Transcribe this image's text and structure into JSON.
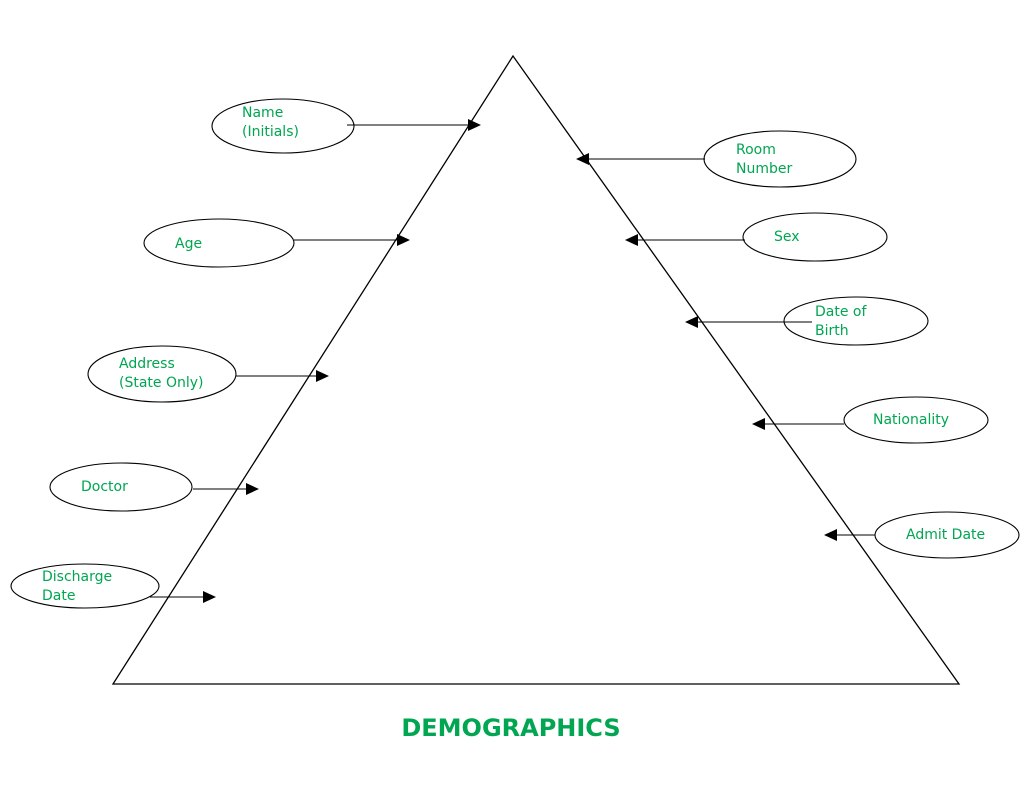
{
  "diagram": {
    "title": "DEMOGRAPHICS",
    "colors": {
      "label": "#00a651",
      "stroke": "#000000",
      "background": "#ffffff"
    },
    "left_nodes": [
      {
        "id": "name",
        "lines": [
          "Name",
          "(Initials)"
        ]
      },
      {
        "id": "age",
        "lines": [
          "Age"
        ]
      },
      {
        "id": "address",
        "lines": [
          "Address",
          "(State Only)"
        ]
      },
      {
        "id": "doctor",
        "lines": [
          "Doctor"
        ]
      },
      {
        "id": "discharge-date",
        "lines": [
          "Discharge",
          "Date"
        ]
      }
    ],
    "right_nodes": [
      {
        "id": "room-number",
        "lines": [
          "Room",
          "Number"
        ]
      },
      {
        "id": "sex",
        "lines": [
          "Sex"
        ]
      },
      {
        "id": "date-of-birth",
        "lines": [
          "Date of",
          "Birth"
        ]
      },
      {
        "id": "nationality",
        "lines": [
          "Nationality"
        ]
      },
      {
        "id": "admit-date",
        "lines": [
          "Admit Date"
        ]
      }
    ]
  }
}
